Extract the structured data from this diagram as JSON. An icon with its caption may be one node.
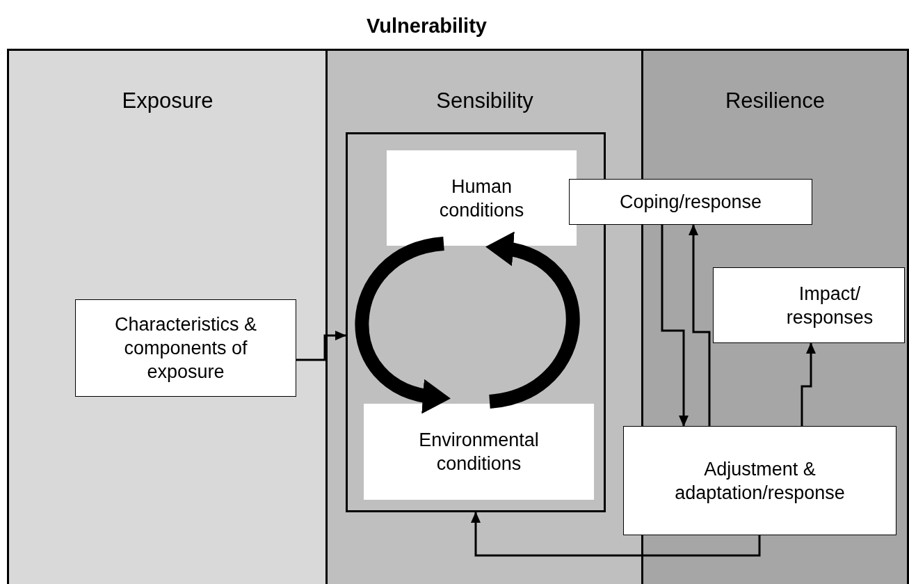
{
  "diagram": {
    "title": "Vulnerability",
    "nodes": [
      {
        "text": [
          "Exposure"
        ]
      },
      {
        "text": [
          "Sensibility"
        ]
      },
      {
        "text": [
          "Resilience"
        ]
      },
      {
        "text": [
          "Characteristics & components of exposure"
        ],
        "in": 0
      },
      {
        "text": [],
        "shape": "box",
        "in": 1
      },
      {
        "text": [
          "Human conditions"
        ],
        "in": 4
      },
      {
        "text": [
          "Environmental conditions"
        ],
        "in": 4
      },
      {
        "text": [
          "Coping/response"
        ]
      },
      {
        "text": [
          "Impact/ responses"
        ],
        "in": 2
      },
      {
        "text": [
          "Adjustment & adaptation/response"
        ]
      }
    ],
    "edges": [
      {
        "from": 3,
        "to": 4,
        "arrow": "to"
      },
      {
        "from": 5,
        "to": 6,
        "arrow": "to",
        "style": "thick"
      },
      {
        "from": 6,
        "to": 5,
        "arrow": "to",
        "style": "thick"
      },
      {
        "from": 7,
        "to": 9,
        "arrow": "to"
      },
      {
        "from": 9,
        "to": 7,
        "arrow": "to"
      },
      {
        "from": 9,
        "to": 8,
        "arrow": "to"
      },
      {
        "from": 9,
        "to": 4,
        "arrow": "to"
      }
    ]
  }
}
